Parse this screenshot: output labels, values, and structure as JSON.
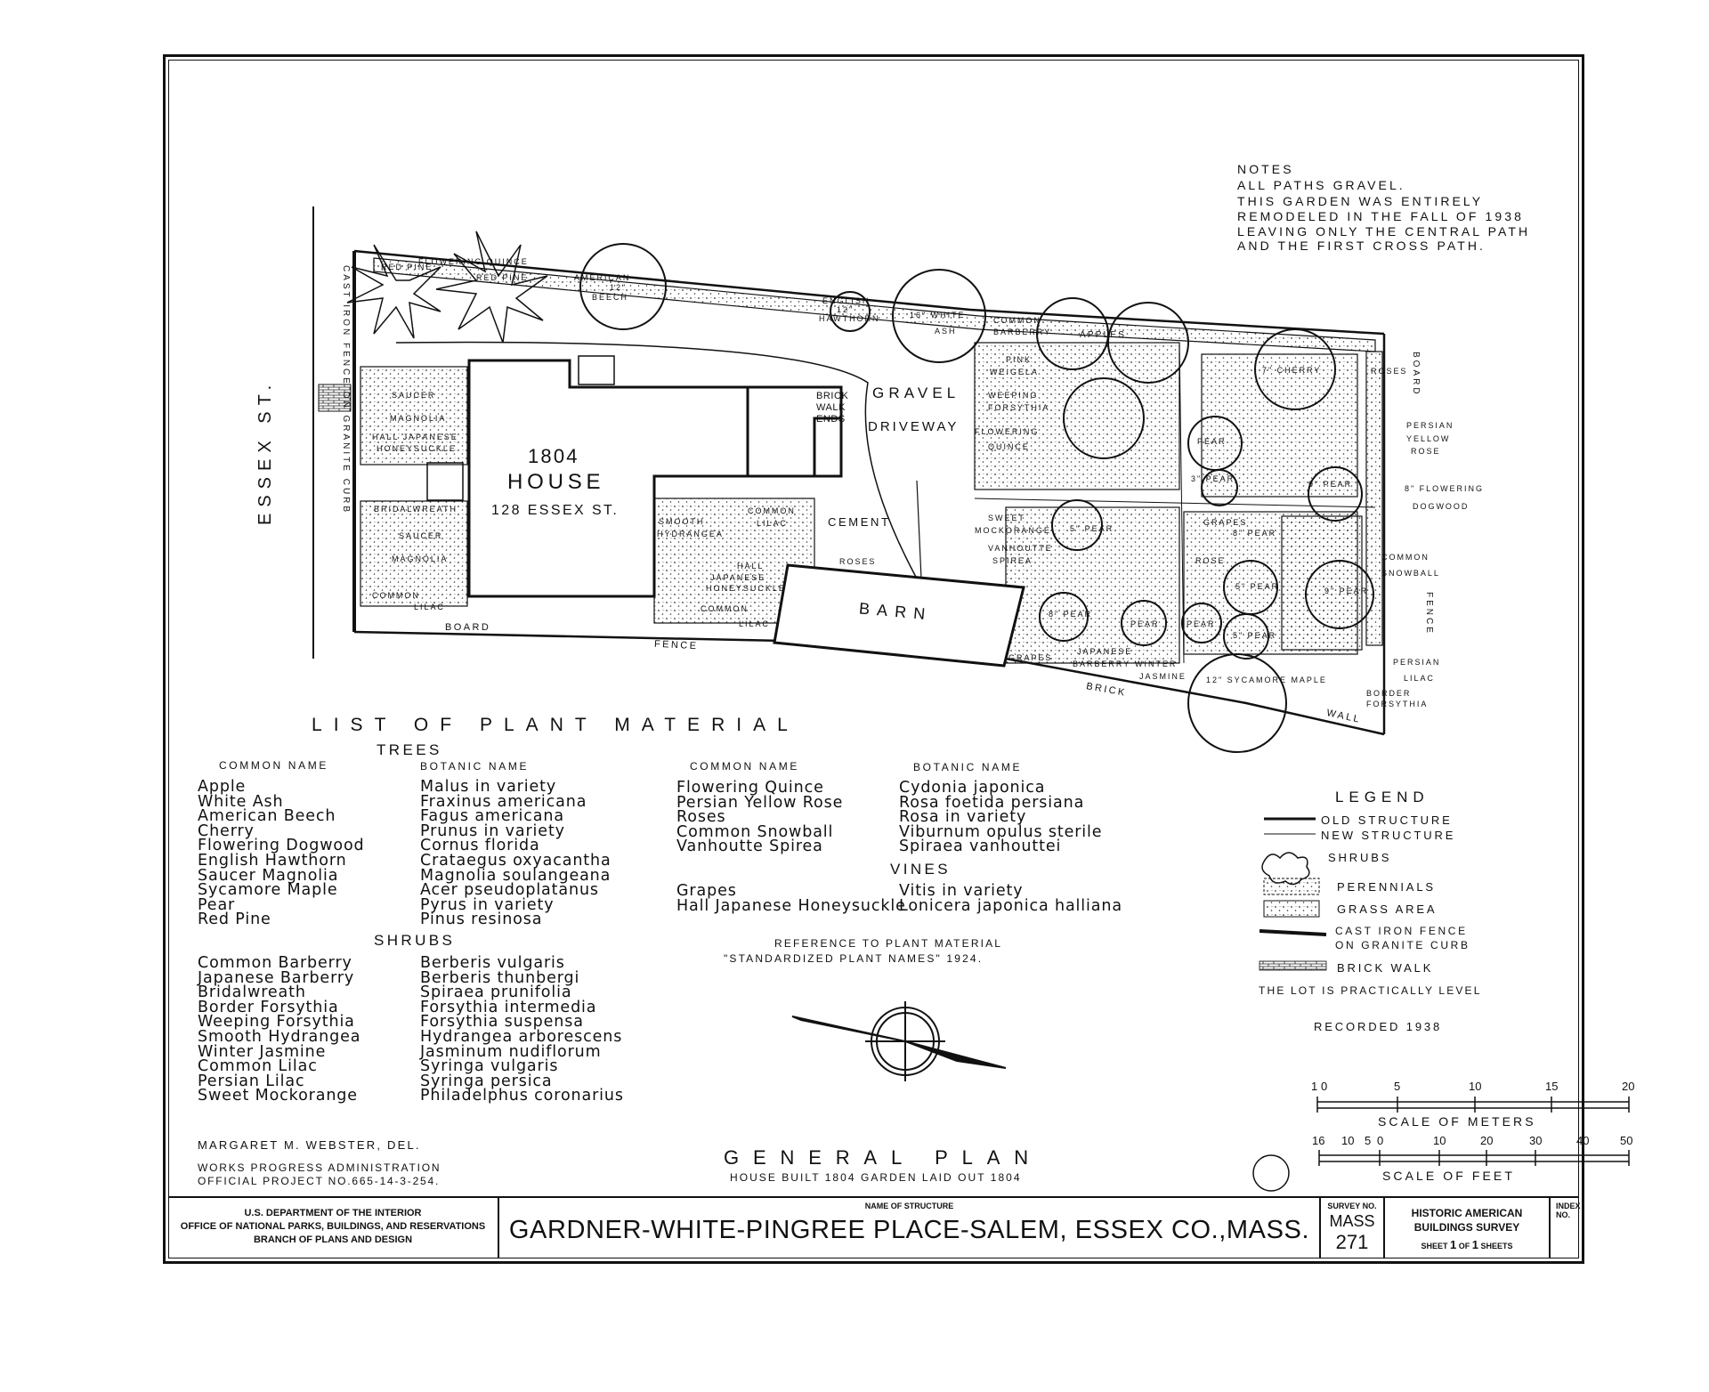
{
  "notes": {
    "heading": "NOTES",
    "lines": [
      "ALL PATHS GRAVEL.",
      "THIS GARDEN WAS ENTIRELY",
      "REMODELED IN THE FALL OF 1938",
      "LEAVING ONLY THE CENTRAL PATH",
      "AND THE FIRST CROSS PATH."
    ]
  },
  "plan": {
    "street": "ESSEX ST.",
    "house_year": "1804",
    "house_label": "HOUSE",
    "house_address": "128 ESSEX ST.",
    "barn": "BARN",
    "gravel": "GRAVEL",
    "driveway": "DRIVEWAY",
    "cement": "CEMENT",
    "brick_walk": [
      "BRICK",
      "WALK",
      "ENDS"
    ],
    "cast_iron_fence": "CAST IRON FENCE ON GRANITE CURB",
    "board_fence_left": "BOARD",
    "fence_left": "FENCE",
    "brick": "BRICK",
    "wall": "WALL",
    "board_right": "BOARD",
    "fence_right": "FENCE",
    "labels": {
      "red_pine_1": "RED PINE",
      "flowering_quince_top": "FLOWERING QUINCE",
      "red_pine_2": "RED PINE",
      "american_beech": [
        "AMERICAN",
        "12\"",
        "BEECH"
      ],
      "english_hawthorn": [
        "ENGLISH",
        "12\"",
        "HAWTHORN"
      ],
      "white_ash": [
        "16\" WHITE",
        "ASH"
      ],
      "common_barberry": [
        "COMMON",
        "BARBERRY"
      ],
      "apples": "APPLES",
      "pink_weigela": [
        "PINK",
        "WEIGELA"
      ],
      "weeping_forsythia": [
        "WEEPING",
        "FORSYTHIA"
      ],
      "flowering_quince": [
        "FLOWERING",
        "QUINCE"
      ],
      "cherry": "7\" CHERRY",
      "roses_right": "ROSES",
      "persian_yellow_rose": [
        "PERSIAN",
        "YELLOW",
        "ROSE"
      ],
      "flowering_dogwood": [
        "8\" FLOWERING",
        "DOGWOOD"
      ],
      "common_snowball": [
        "COMMON",
        "SNOWBALL"
      ],
      "persian_lilac": [
        "PERSIAN",
        "LILAC"
      ],
      "border_forsythia": [
        "BORDER",
        "FORSYTHIA"
      ],
      "sycamore_maple": "12\" SYCAMORE MAPLE",
      "winter_jasmine": [
        "WINTER",
        "JASMINE"
      ],
      "japanese_barberry": [
        "JAPANESE",
        "BARBERRY"
      ],
      "grapes_bottom": "GRAPES",
      "sweet_mockorange": [
        "SWEET",
        "MOCKORANGE"
      ],
      "vanhoutte_spirea": [
        "VANHOUTTE",
        "SPIREA"
      ],
      "grapes_mid": "GRAPES",
      "rose_mid": "ROSE",
      "pear": "PEAR",
      "pear_3": "3\" PEAR",
      "pear_9": "9\" PEAR",
      "pear_5": "5\" PEAR",
      "pear_8": "8\" PEAR",
      "saucer_magnolia_1": [
        "SAUCER",
        "MAGNOLIA"
      ],
      "hall_japanese_honeysuckle_1": [
        "HALL JAPANESE",
        "HONEYSUCKLE"
      ],
      "bridalwreath": "BRIDALWREATH",
      "saucer_magnolia_2": [
        "SAUCER",
        "MAGNOLIA"
      ],
      "common_lilac_1": [
        "COMMON",
        "LILAC"
      ],
      "smooth_hydrangea": [
        "SMOOTH",
        "HYDRANGEA"
      ],
      "common_lilac_2": [
        "COMMON",
        "LILAC"
      ],
      "hall_japanese_honeysuckle_2": [
        "HALL",
        "JAPANESE",
        "HONEYSUCKLE"
      ],
      "common_lilac_3": [
        "COMMON",
        "LILAC"
      ],
      "roses_barn": "ROSES"
    }
  },
  "plant_list": {
    "title": "LIST OF PLANT MATERIAL",
    "trees_heading": "TREES",
    "shrubs_heading": "SHRUBS",
    "vines_heading": "VINES",
    "col_common": "COMMON NAME",
    "col_botanic": "BOTANIC NAME",
    "trees": [
      [
        "Apple",
        "Malus in variety"
      ],
      [
        "White Ash",
        "Fraxinus americana"
      ],
      [
        "American Beech",
        "Fagus americana"
      ],
      [
        "Cherry",
        "Prunus in variety"
      ],
      [
        "Flowering Dogwood",
        "Cornus florida"
      ],
      [
        "English Hawthorn",
        "Crataegus oxyacantha"
      ],
      [
        "Saucer Magnolia",
        "Magnolia soulangeana"
      ],
      [
        "Sycamore Maple",
        "Acer pseudoplatanus"
      ],
      [
        "Pear",
        "Pyrus in variety"
      ],
      [
        "Red Pine",
        "Pinus resinosa"
      ]
    ],
    "shrubs": [
      [
        "Common Barberry",
        "Berberis vulgaris"
      ],
      [
        "Japanese Barberry",
        "Berberis thunbergi"
      ],
      [
        "Bridalwreath",
        "Spiraea prunifolia"
      ],
      [
        "Border Forsythia",
        "Forsythia intermedia"
      ],
      [
        "Weeping Forsythia",
        "Forsythia suspensa"
      ],
      [
        "Smooth Hydrangea",
        "Hydrangea arborescens"
      ],
      [
        "Winter Jasmine",
        "Jasminum nudiflorum"
      ],
      [
        "Common Lilac",
        "Syringa vulgaris"
      ],
      [
        "Persian Lilac",
        "Syringa persica"
      ],
      [
        "Sweet Mockorange",
        "Philadelphus coronarius"
      ]
    ],
    "shrubs_2": [
      [
        "Flowering Quince",
        "Cydonia japonica"
      ],
      [
        "Persian Yellow Rose",
        "Rosa foetida persiana"
      ],
      [
        "Roses",
        "Rosa in variety"
      ],
      [
        "Common Snowball",
        "Viburnum opulus sterile"
      ],
      [
        "Vanhoutte Spirea",
        "Spiraea vanhouttei"
      ]
    ],
    "vines": [
      [
        "Grapes",
        "Vitis in variety"
      ],
      [
        "Hall Japanese Honeysuckle",
        "Lonicera japonica halliana"
      ]
    ],
    "reference_1": "REFERENCE TO PLANT MATERIAL",
    "reference_2": "\"STANDARDIZED PLANT NAMES\" 1924."
  },
  "legend": {
    "title": "LEGEND",
    "old_structure": "OLD STRUCTURE",
    "new_structure": "NEW STRUCTURE",
    "shrubs": "SHRUBS",
    "perennials": "PERENNIALS",
    "grass_area": "GRASS AREA",
    "cast_iron_fence": [
      "CAST IRON FENCE",
      "ON GRANITE CURB"
    ],
    "brick_walk": "BRICK WALK",
    "level_note": "THE LOT IS PRACTICALLY LEVEL",
    "recorded": "RECORDED 1938"
  },
  "scales": {
    "meters_ticks": [
      "0",
      "5",
      "10",
      "15",
      "20"
    ],
    "meters_first": "1",
    "meters_label": "SCALE OF METERS",
    "feet_ticks": [
      "16",
      "10",
      "5",
      "0",
      "10",
      "20",
      "30",
      "40",
      "50"
    ],
    "feet_label": "SCALE OF FEET"
  },
  "credits": {
    "delineator": "MARGARET M. WEBSTER, DEL.",
    "wpa_1": "WORKS PROGRESS ADMINISTRATION",
    "wpa_2": "OFFICIAL PROJECT NO.665-14-3-254."
  },
  "general_plan": {
    "title": "GENERAL PLAN",
    "subtitle": "HOUSE BUILT 1804 GARDEN LAID OUT 1804"
  },
  "title_block": {
    "dept_1": "U.S. DEPARTMENT OF THE INTERIOR",
    "dept_2": "OFFICE OF NATIONAL PARKS, BUILDINGS, AND RESERVATIONS",
    "dept_3": "BRANCH OF PLANS AND DESIGN",
    "name_label": "NAME OF STRUCTURE",
    "name": "GARDNER-WHITE-PINGREE PLACE-SALEM, ESSEX CO.,MASS.",
    "survey_label": "SURVEY NO.",
    "survey_state": "MASS",
    "survey_no": "271",
    "habs_1": "HISTORIC AMERICAN",
    "habs_2": "BUILDINGS SURVEY",
    "sheet_label": "SHEET",
    "sheet_no": "1",
    "of_label": "OF",
    "sheet_total": "1",
    "sheets_label": "SHEETS",
    "index_label": "INDEX NO."
  }
}
